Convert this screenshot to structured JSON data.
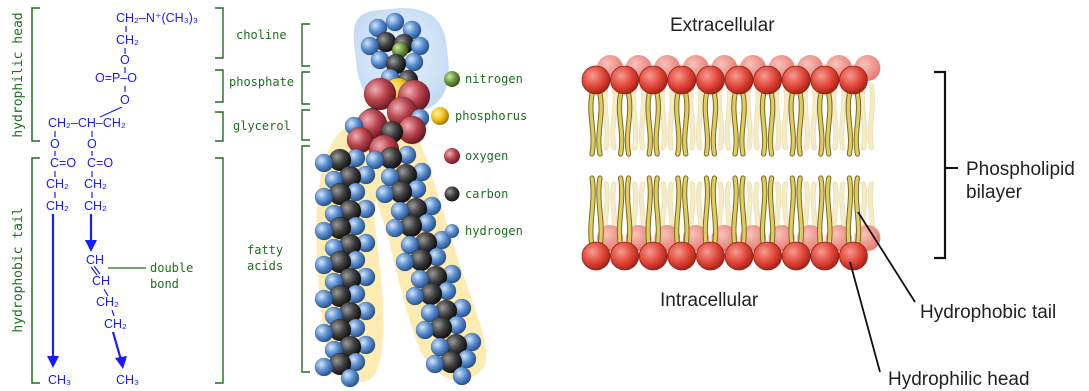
{
  "structure": {
    "side_labels": {
      "head": "hydrophilic head",
      "tail": "hydrophobic tail"
    },
    "formula": {
      "choline_group": "CH₂–N⁺(CH₃)₃",
      "choline_ch2": "CH₂",
      "o_top": "O",
      "phosphate_row": "O=P–O",
      "o_bottom": "O",
      "glycerol_row": "CH₂–CH–CH₂",
      "ester_o_left": "O",
      "ester_o_right": "O",
      "carbonyl_left": "C=O",
      "carbonyl_right": "C=O",
      "left_ch2_1": "CH₂",
      "left_ch2_2": "CH₂",
      "right_ch2_1": "CH₂",
      "right_ch2_2": "CH₂",
      "double_ch_1": "CH",
      "double_ch_2": "CH",
      "right_ch2_3": "CH₂",
      "right_ch2_4": "CH₂",
      "left_ch3": "CH₃",
      "right_ch3": "CH₃"
    },
    "double_bond_label": [
      "double",
      "bond"
    ],
    "group_labels": {
      "choline": "choline",
      "phosphate": "phosphate",
      "glycerol": "glycerol",
      "fatty_acids": [
        "fatty",
        "acids"
      ]
    }
  },
  "legend": [
    {
      "label": "nitrogen",
      "color": "#6d9a3c"
    },
    {
      "label": "phosphorus",
      "color": "#f2c21b"
    },
    {
      "label": "oxygen",
      "color": "#b8434d"
    },
    {
      "label": "carbon",
      "color": "#3a3a3a"
    },
    {
      "label": "hydrogen",
      "color": "#5b8fd1"
    }
  ],
  "bilayer": {
    "extracellular": "Extracellular",
    "intracellular": "Intracellular",
    "bilayer_label": [
      "Phospholipid",
      "bilayer"
    ],
    "tail_label": "Hydrophobic tail",
    "head_label": "Hydrophilic head"
  },
  "colors": {
    "formula_blue": "#1a1aff",
    "group_green": "#1e6f1e",
    "head_red": "#e2463a",
    "tail_yellow": "#d8c45a"
  }
}
